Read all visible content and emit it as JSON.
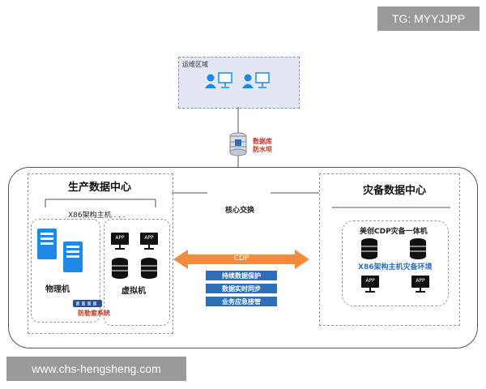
{
  "watermarks": {
    "top_right": "TG: MYYJJPP",
    "bottom_left": "www.chs-hengsheng.com"
  },
  "ops_zone": {
    "label": "运维区域"
  },
  "db_firewall": {
    "label_line1": "数据库",
    "label_line2": "防水坝"
  },
  "core_switch": {
    "label": "核心交换"
  },
  "production_dc": {
    "title": "生产数据中心",
    "x86_label": "X86架构主机 . . .",
    "physical_label": "物理机",
    "virtual_label": "虚拟机",
    "ransomware_label": "防勒索系统",
    "app_label": "APP"
  },
  "dr_dc": {
    "title": "灾备数据中心",
    "appliance_label": "美创CDP灾备一体机",
    "env_label": "X86架构主机灾备环境",
    "app_label": "APP"
  },
  "cdp": {
    "arrow_label": "CDP",
    "features": [
      "持续数据保护",
      "数据实时同步",
      "业务应急接管"
    ]
  },
  "colors": {
    "accent_blue": "#2c6fb8",
    "person_blue": "#1e88e5",
    "cdp_orange": "#f28b3c",
    "alert_red": "#c0392b"
  }
}
